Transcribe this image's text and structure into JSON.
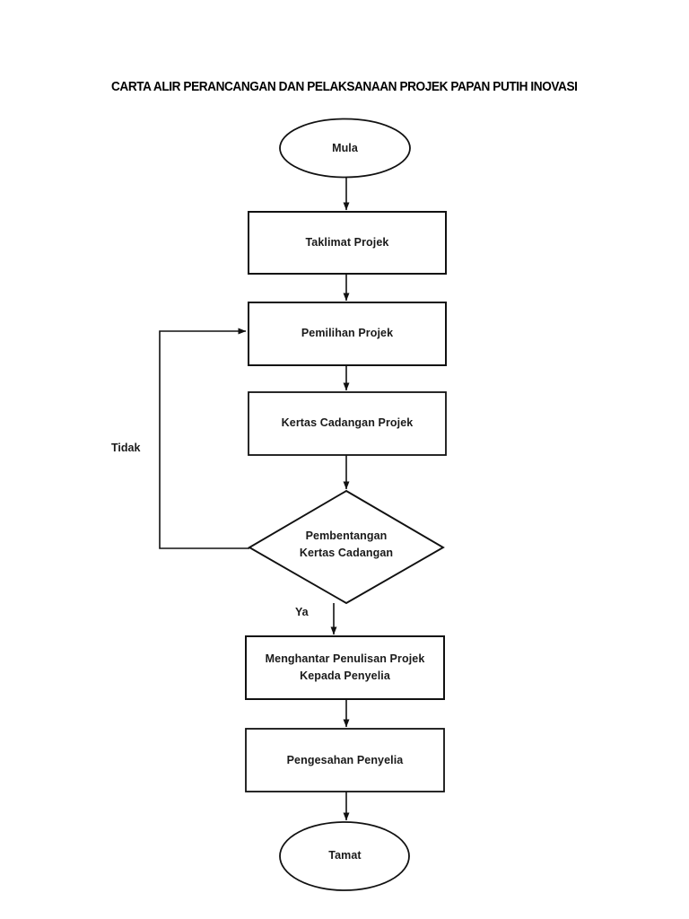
{
  "document": {
    "title": "CARTA ALIR PERANCANGAN DAN PELAKSANAAN PROJEK PAPAN PUTIH INOVASI",
    "background_color": "#ffffff",
    "stroke_color": "#000000",
    "text_color": "#1a1a1a"
  },
  "flowchart": {
    "nodes": [
      {
        "id": "start",
        "shape": "ellipse",
        "label": "Mula"
      },
      {
        "id": "taklimat",
        "shape": "rectangle",
        "label": "Taklimat Projek"
      },
      {
        "id": "pemilihan",
        "shape": "rectangle",
        "label": "Pemilihan Projek"
      },
      {
        "id": "kertas",
        "shape": "rectangle",
        "label": "Kertas Cadangan Projek"
      },
      {
        "id": "decision",
        "shape": "diamond",
        "label": "Pembentangan\nKertas Cadangan"
      },
      {
        "id": "menghantar",
        "shape": "rectangle",
        "label": "Menghantar Penulisan Projek\nKepada Penyelia"
      },
      {
        "id": "pengesahan",
        "shape": "rectangle",
        "label": "Pengesahan Penyelia"
      },
      {
        "id": "end",
        "shape": "ellipse",
        "label": "Tamat"
      }
    ],
    "edge_labels": {
      "yes": "Ya",
      "no": "Tidak"
    },
    "edges": [
      {
        "from": "start",
        "to": "taklimat",
        "label": ""
      },
      {
        "from": "taklimat",
        "to": "pemilihan",
        "label": ""
      },
      {
        "from": "pemilihan",
        "to": "kertas",
        "label": ""
      },
      {
        "from": "kertas",
        "to": "decision",
        "label": ""
      },
      {
        "from": "decision",
        "to": "menghantar",
        "label": "Ya"
      },
      {
        "from": "decision",
        "to": "pemilihan",
        "label": "Tidak"
      },
      {
        "from": "menghantar",
        "to": "pengesahan",
        "label": ""
      },
      {
        "from": "pengesahan",
        "to": "end",
        "label": ""
      }
    ]
  }
}
